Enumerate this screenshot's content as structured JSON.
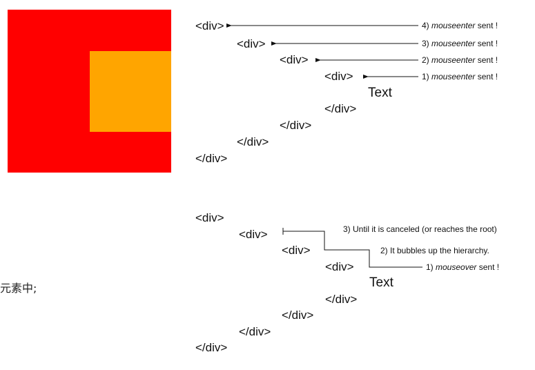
{
  "colors": {
    "outer_box": "#ff0000",
    "inner_box": "#ffa500"
  },
  "tags": {
    "open": "<div>",
    "close": "</div>",
    "text": "Text"
  },
  "mouseenter_notes": [
    {
      "prefix": "4)",
      "event": "mouseenter",
      "suffix": "sent !"
    },
    {
      "prefix": "3)",
      "event": "mouseenter",
      "suffix": "sent !"
    },
    {
      "prefix": "2)",
      "event": "mouseenter",
      "suffix": "sent !"
    },
    {
      "prefix": "1)",
      "event": "mouseenter",
      "suffix": "sent !"
    }
  ],
  "mouseover_notes": {
    "canceled": "3) Until it is canceled (or reaches the root)",
    "bubbles": "2) It bubbles up the hierarchy.",
    "sent": {
      "prefix": "1)",
      "event": "mouseover",
      "suffix": "sent !"
    }
  },
  "side_text": "元素中;"
}
